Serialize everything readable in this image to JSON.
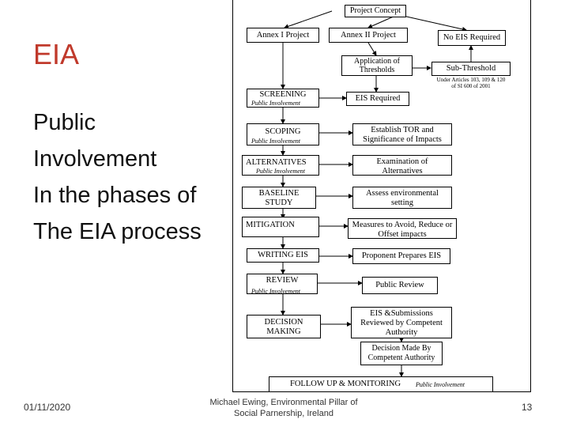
{
  "slide": {
    "title": "EIA",
    "subtitle_lines": [
      "Public",
      "Involvement",
      "In the phases of",
      "The EIA process"
    ],
    "footer": {
      "date": "01/11/2020",
      "credit_line1": "Michael Ewing, Environmental Pillar of",
      "credit_line2": "Social Parnership, Ireland",
      "page_number": "13"
    },
    "accent_color": "#c0392b"
  },
  "diagram": {
    "project_concept": "Project Concept",
    "annex1": "Annex I Project",
    "annex2": "Annex II Project",
    "no_eis": "No EIS Required",
    "thresholds": "Application of Thresholds",
    "sub_threshold": "Sub-Threshold",
    "sub_threshold_note_line1": "Under Articles 103, 109 & 120",
    "sub_threshold_note_line2": "of SI 600 of 2001",
    "screening": "SCREENING",
    "eis_required": "EIS Required",
    "scoping": "SCOPING",
    "tor": "Establish TOR and Significance of Impacts",
    "alternatives": "ALTERNATIVES",
    "examination": "Examination of Alternatives",
    "baseline": "BASELINE STUDY",
    "assess": "Assess environmental setting",
    "mitigation": "MITIGATION",
    "measures": "Measures to Avoid, Reduce or Offset impacts",
    "writing": "WRITING EIS",
    "proponent": "Proponent Prepares EIS",
    "review": "REVIEW",
    "public_review": "Public Review",
    "decision": "DECISION MAKING",
    "eis_submissions": "EIS &Submissions Reviewed by Competent Authority",
    "decision_made": "Decision Made By Competent Authority",
    "followup": "FOLLOW UP & MONITORING",
    "public_involvement": "Public Involvement"
  }
}
